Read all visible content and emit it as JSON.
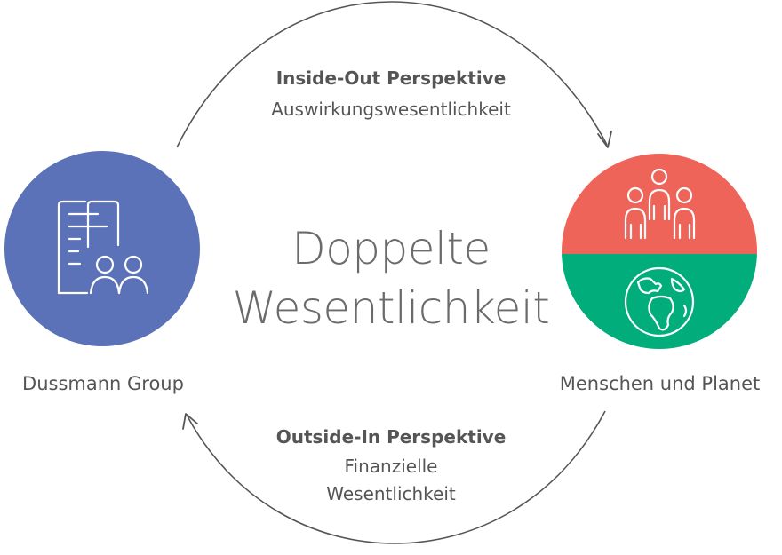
{
  "center": {
    "line1": "Doppelte",
    "line2": "Wesentlichkeit"
  },
  "top_arc": {
    "title": "Inside-Out Perspektive",
    "subtitle": "Auswirkungswesentlichkeit"
  },
  "bottom_arc": {
    "title": "Outside-In Perspektive",
    "subtitle_line1": "Finanzielle",
    "subtitle_line2": "Wesentlichkeit"
  },
  "left_node": {
    "label": "Dussmann Group",
    "color": "#5b72b8",
    "icon": "document-people-icon"
  },
  "right_node": {
    "label": "Menschen und Planet",
    "color_top": "#ee6459",
    "color_bottom": "#00ad7b",
    "icons": [
      "people-icon",
      "globe-icon"
    ]
  },
  "colors": {
    "arc": "#555555",
    "text": "#555555",
    "icon_stroke": "#ffffff"
  }
}
